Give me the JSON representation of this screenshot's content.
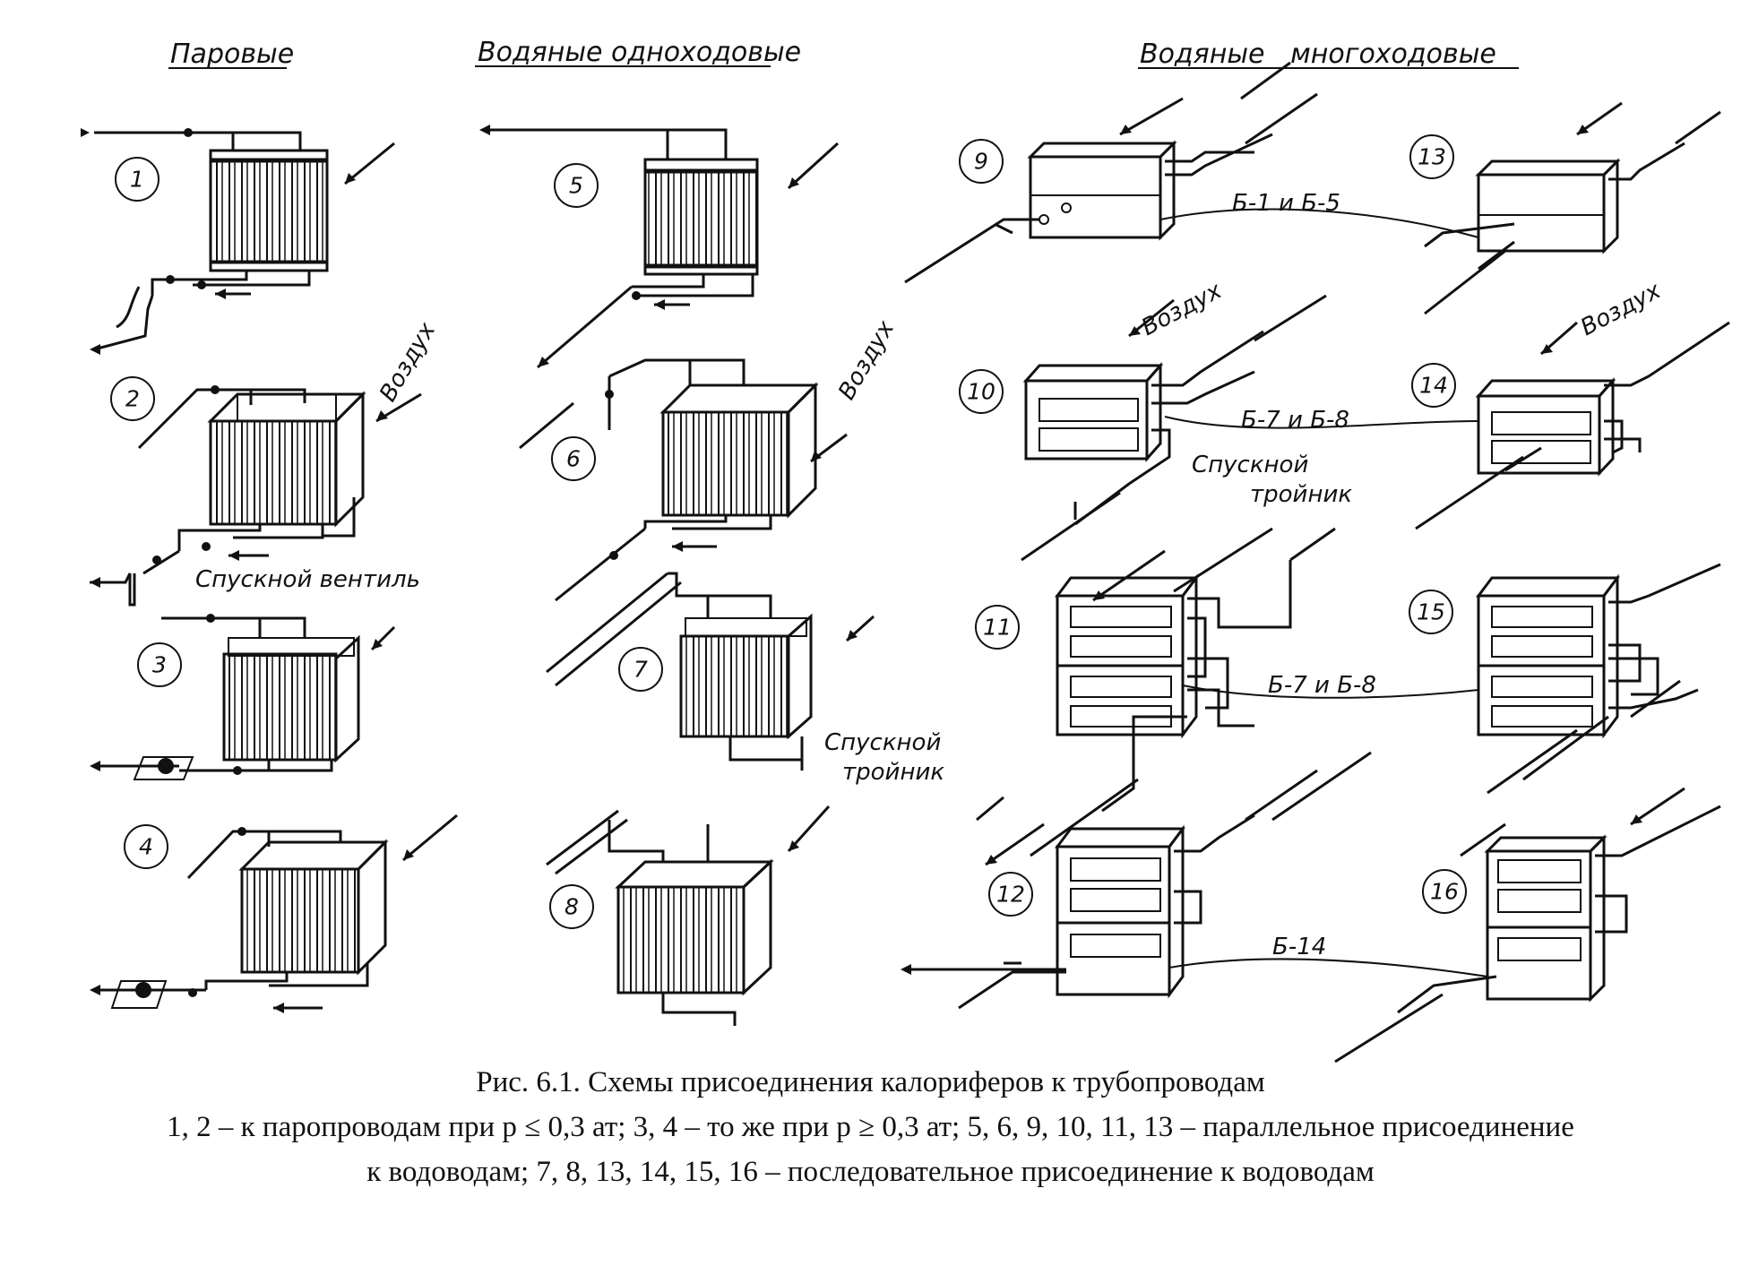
{
  "headers": {
    "steam": "Паровые",
    "water_single": "Водяные одноходовые",
    "water_multi": "Водяные   многоходовые"
  },
  "scheme_numbers": [
    "1",
    "2",
    "3",
    "4",
    "5",
    "6",
    "7",
    "8",
    "9",
    "10",
    "11",
    "12",
    "13",
    "14",
    "15",
    "16"
  ],
  "labels": {
    "air_1": "Воздух",
    "air_2": "Воздух",
    "air_3": "Воздух",
    "air_4": "Воздух",
    "drain_valve": "Спускной вентиль",
    "drain_tee_1_line1": "Спускной",
    "drain_tee_1_line2": "тройник",
    "drain_tee_2_line1": "Спускной",
    "drain_tee_2_line2": "тройник",
    "link_b1_b5": "Б-1 и Б-5",
    "link_b7_b8_top": "Б-7 и Б-8",
    "link_b7_b8_mid": "Б-7 и Б-8",
    "link_b14": "Б-14"
  },
  "caption": {
    "line1": "Рис. 6.1. Схемы присоединения калориферов к трубопроводам",
    "line2": "1, 2 – к паропроводам при  р ≤ 0,3  ат; 3, 4 – то же при  р ≥ 0,3  ат; 5, 6, 9, 10, 11, 13 – параллельное присоединение",
    "line3": "к водоводам; 7, 8, 13, 14, 15, 16 – последовательное присоединение к водоводам"
  }
}
